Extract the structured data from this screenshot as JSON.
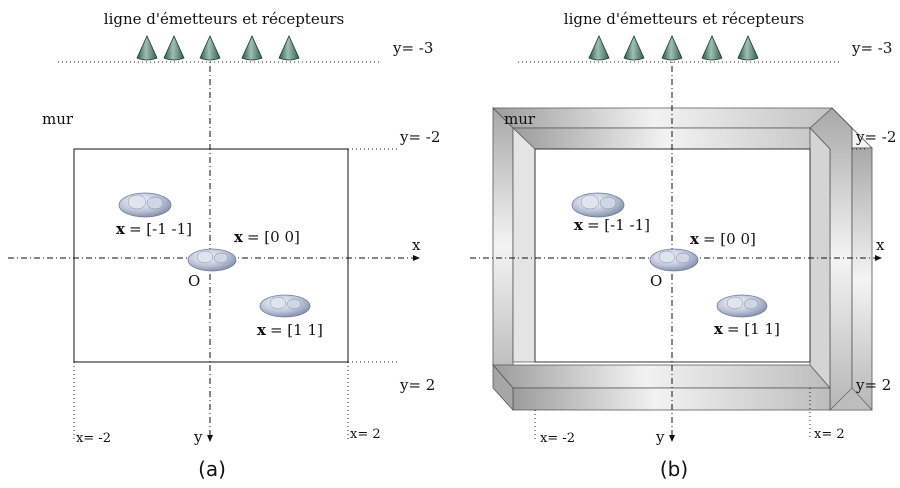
{
  "array_label": "ligne d'émetteurs et récepteurs",
  "wall_label": "mur",
  "y_top": "y= -3",
  "y_wall_top": "y= -2",
  "y_wall_bottom": "y= 2",
  "x_left": "x= -2",
  "x_right": "x= 2",
  "x_axis": "x",
  "y_axis": "y",
  "origin": "O",
  "target_vec_symbol": "x",
  "target_1": "= [-1 -1]",
  "target_2": "= [0 0]",
  "target_3": "= [1 1]",
  "caption_a": "(a)",
  "caption_b": "(b)",
  "colors": {
    "transducer": "#4f7a6a",
    "wall_face": "#c8c8c8",
    "wall_dark": "#a9a9a9",
    "target": "#b8c2d8"
  }
}
